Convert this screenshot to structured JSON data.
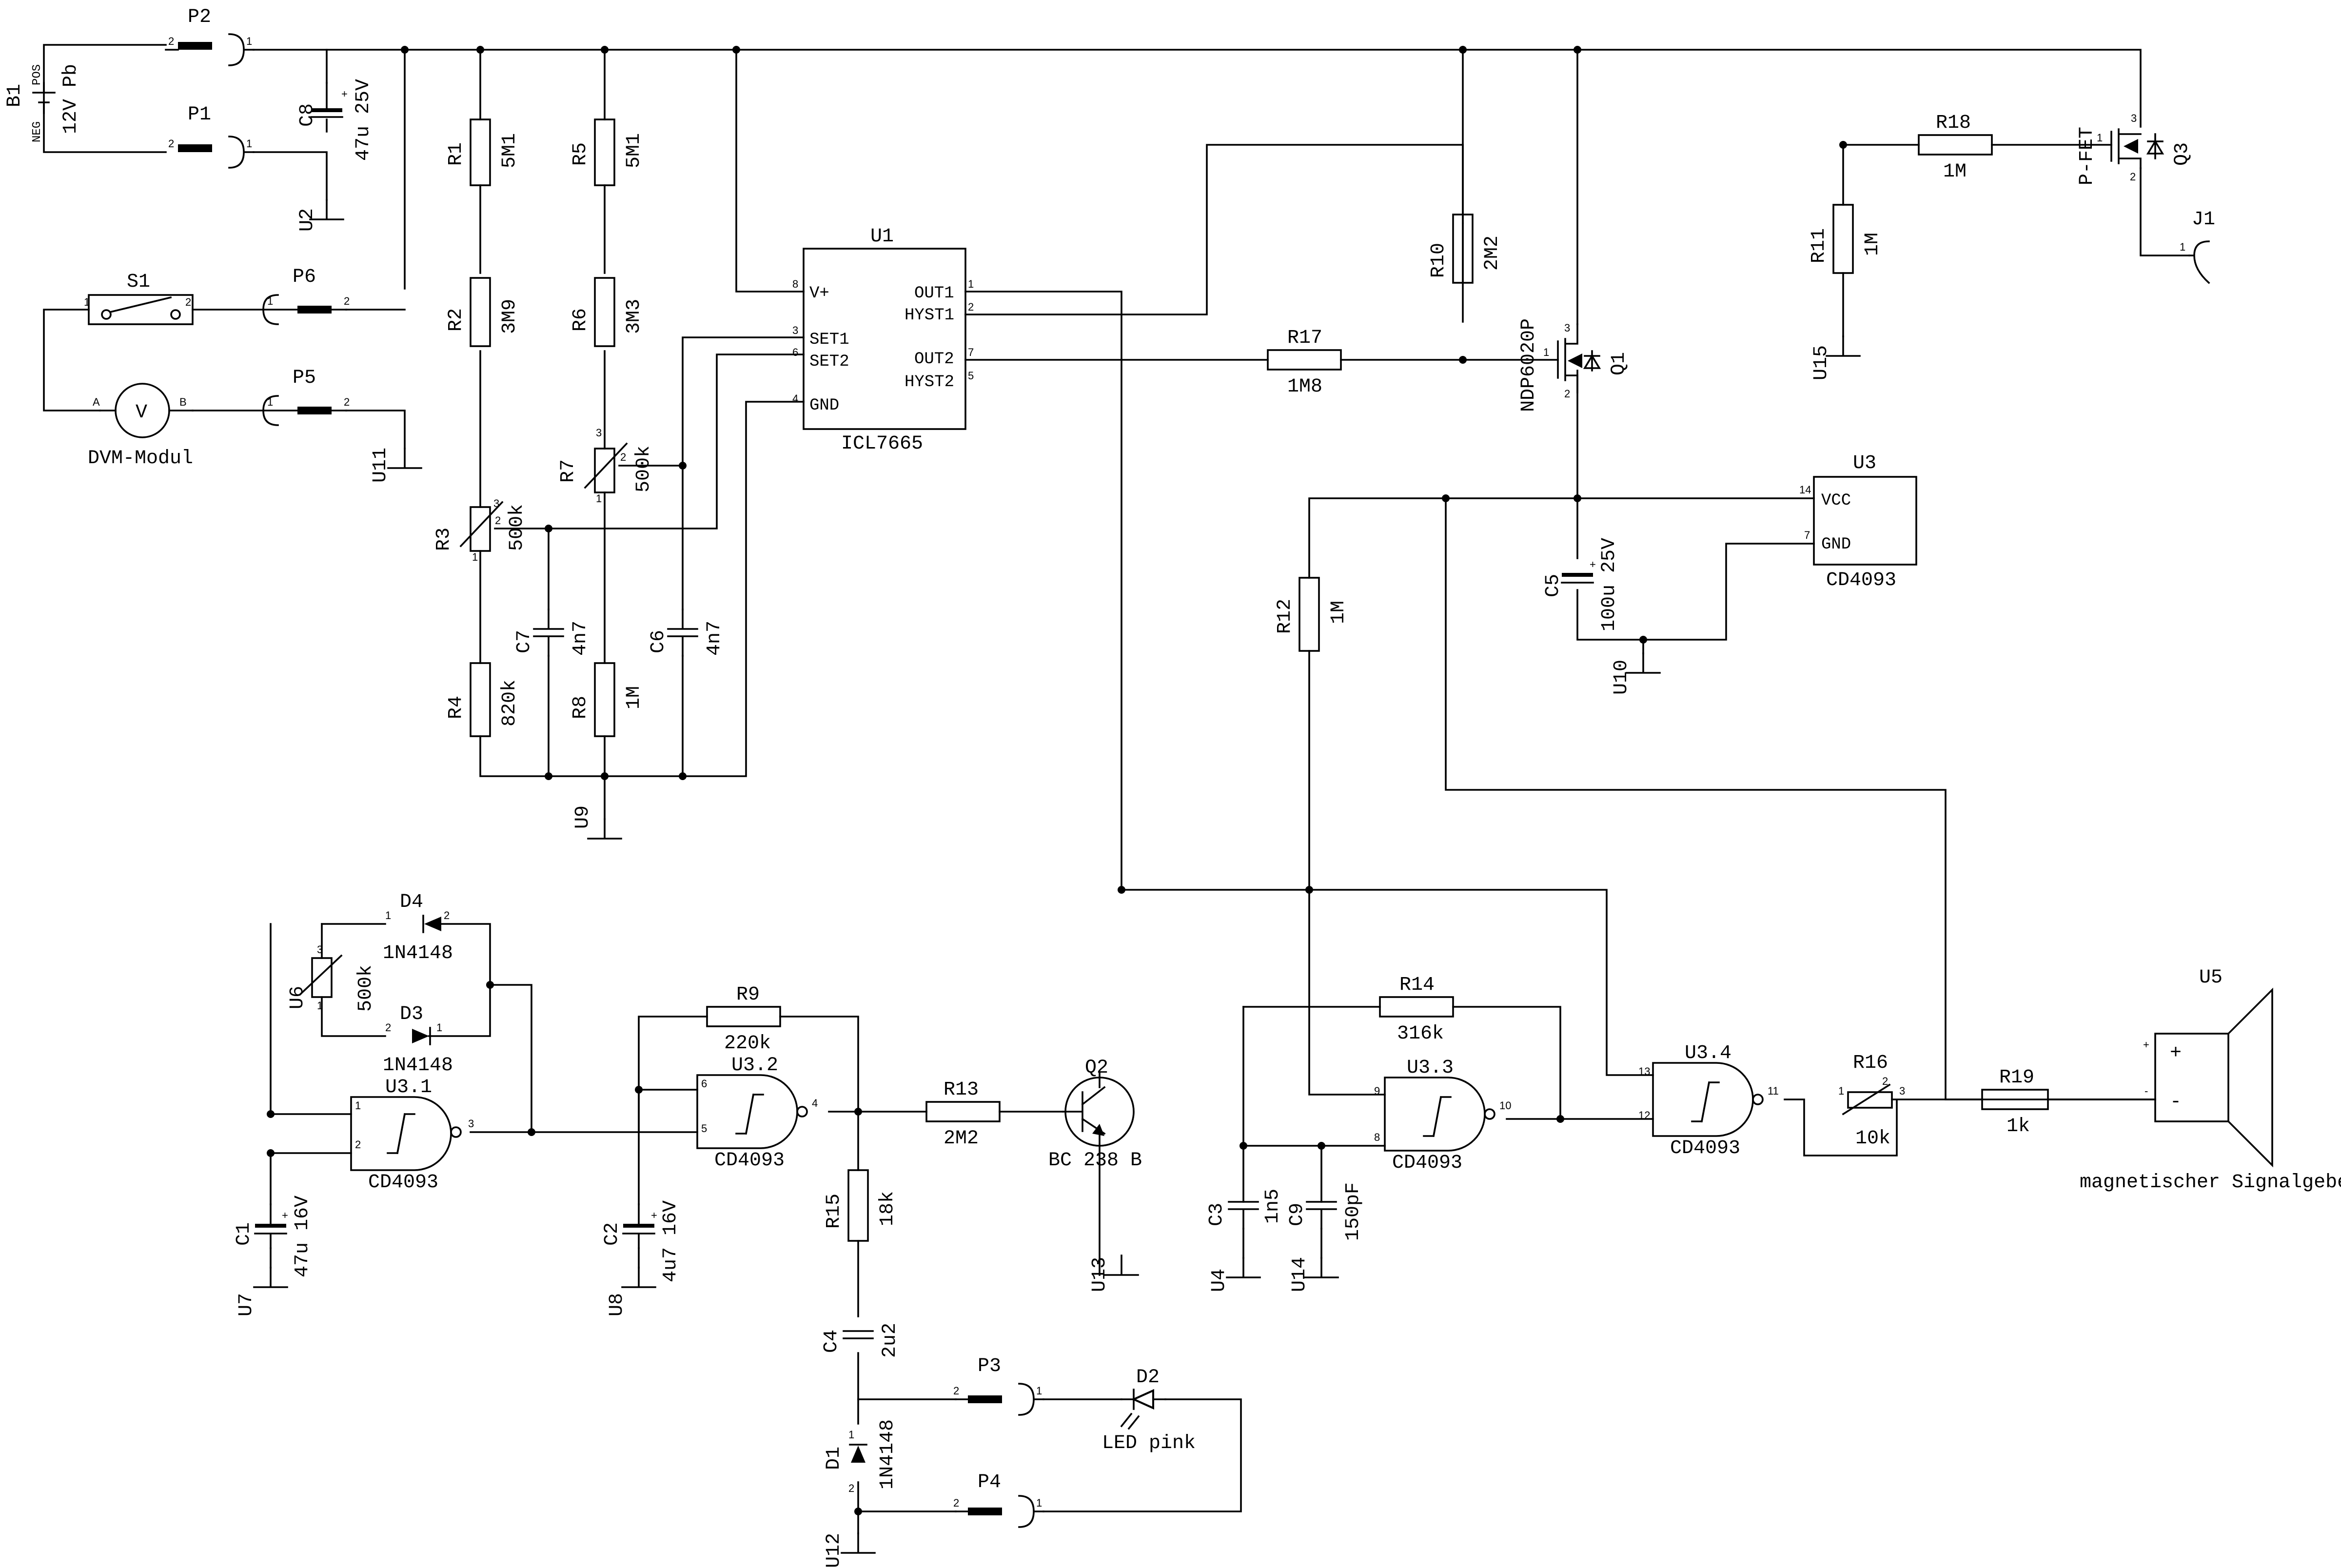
{
  "schematic": {
    "battery": {
      "ref": "B1",
      "value": "12V Pb",
      "pos": "POS",
      "neg": "NEG"
    },
    "plugs": {
      "p1": "P1",
      "p2": "P2",
      "p3": "P3",
      "p4": "P4",
      "p5": "P5",
      "p6": "P6",
      "j1": "J1"
    },
    "switch": {
      "ref": "S1"
    },
    "voltmeter": {
      "symbol": "V",
      "label": "DVM-Modul",
      "pin_a": "A",
      "pin_b": "B"
    },
    "resistors": [
      {
        "ref": "R1",
        "value": "5M1"
      },
      {
        "ref": "R2",
        "value": "3M9"
      },
      {
        "ref": "R3",
        "value": "500k"
      },
      {
        "ref": "R4",
        "value": "820k"
      },
      {
        "ref": "R5",
        "value": "5M1"
      },
      {
        "ref": "R6",
        "value": "3M3"
      },
      {
        "ref": "R7",
        "value": "500k"
      },
      {
        "ref": "R8",
        "value": "1M"
      },
      {
        "ref": "R9",
        "value": "220k"
      },
      {
        "ref": "R10",
        "value": "2M2"
      },
      {
        "ref": "R11",
        "value": "1M"
      },
      {
        "ref": "R12",
        "value": "1M"
      },
      {
        "ref": "R13",
        "value": "2M2"
      },
      {
        "ref": "R14",
        "value": "316k"
      },
      {
        "ref": "R15",
        "value": "18k"
      },
      {
        "ref": "R16",
        "value": "10k"
      },
      {
        "ref": "R17",
        "value": "1M8"
      },
      {
        "ref": "R18",
        "value": "1M"
      },
      {
        "ref": "R19",
        "value": "1k"
      },
      {
        "ref": "U6",
        "value": "500k"
      }
    ],
    "capacitors": [
      {
        "ref": "C1",
        "value": "47u 16V"
      },
      {
        "ref": "C2",
        "value": "4u7 16V"
      },
      {
        "ref": "C3",
        "value": "1n5"
      },
      {
        "ref": "C4",
        "value": "2u2"
      },
      {
        "ref": "C5",
        "value": "100u 25V"
      },
      {
        "ref": "C6",
        "value": "4n7"
      },
      {
        "ref": "C7",
        "value": "4n7"
      },
      {
        "ref": "C8",
        "value": "47u 25V"
      },
      {
        "ref": "C9",
        "value": "150pF"
      }
    ],
    "diodes": [
      {
        "ref": "D1",
        "value": "1N4148"
      },
      {
        "ref": "D2",
        "value": "LED pink"
      },
      {
        "ref": "D3",
        "value": "1N4148"
      },
      {
        "ref": "D4",
        "value": "1N4148"
      }
    ],
    "transistors": [
      {
        "ref": "Q1",
        "value": "NDP6020P"
      },
      {
        "ref": "Q2",
        "value": "BC 238 B"
      },
      {
        "ref": "Q3",
        "value": "P-FET"
      }
    ],
    "ic_u1": {
      "ref": "U1",
      "part": "ICL7665",
      "pins": {
        "vplus": "V+",
        "out1": "OUT1",
        "hyst1": "HYST1",
        "set1": "SET1",
        "set2": "SET2",
        "out2": "OUT2",
        "hyst2": "HYST2",
        "gnd": "GND"
      }
    },
    "ic_u3": {
      "ref": "U3",
      "part": "CD4093",
      "vcc": "VCC",
      "gnd": "GND"
    },
    "gates": [
      {
        "ref": "U3.1",
        "part": "CD4093"
      },
      {
        "ref": "U3.2",
        "part": "CD4093"
      },
      {
        "ref": "U3.3",
        "part": "CD4093"
      },
      {
        "ref": "U3.4",
        "part": "CD4093"
      }
    ],
    "grounds": [
      "U2",
      "U4",
      "U7",
      "U8",
      "U9",
      "U10",
      "U11",
      "U12",
      "U13",
      "U14",
      "U15"
    ],
    "buzzer": {
      "ref": "U5",
      "label": "magnetischer Signalgeber",
      "plus": "+",
      "minus": "-"
    }
  }
}
